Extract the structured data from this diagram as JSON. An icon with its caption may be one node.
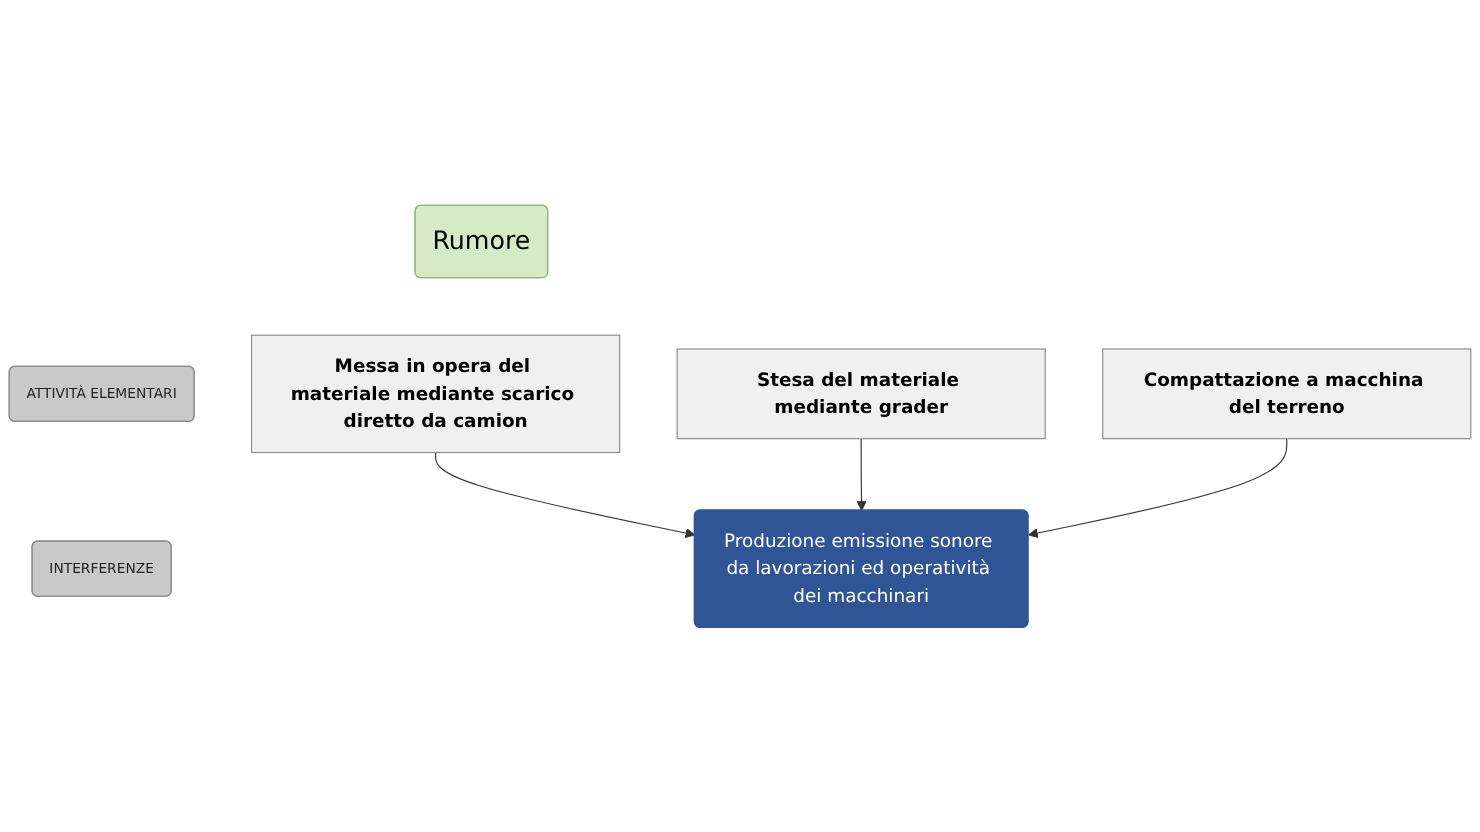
{
  "diagram": {
    "nodes": [
      {
        "text": [
          "Rumore"
        ]
      },
      {
        "text": [
          "ATTIVITÀ ELEMENTARI"
        ]
      },
      {
        "text": [
          "Messa in opera del materiale mediante scarico diretto da camion"
        ]
      },
      {
        "text": [
          "Stesa del materiale mediante grader"
        ]
      },
      {
        "text": [
          "Compattazione a macchina del terreno"
        ]
      },
      {
        "text": [
          "INTERFERENZE"
        ]
      },
      {
        "text": [
          "Produzione emissione sonore da lavorazioni ed operatività dei macchinari"
        ]
      }
    ],
    "edges": [
      {
        "from": 2,
        "to": 6,
        "arrow": "to"
      },
      {
        "from": 3,
        "to": 6,
        "arrow": "to"
      },
      {
        "from": 4,
        "to": 6,
        "arrow": "to"
      }
    ]
  }
}
